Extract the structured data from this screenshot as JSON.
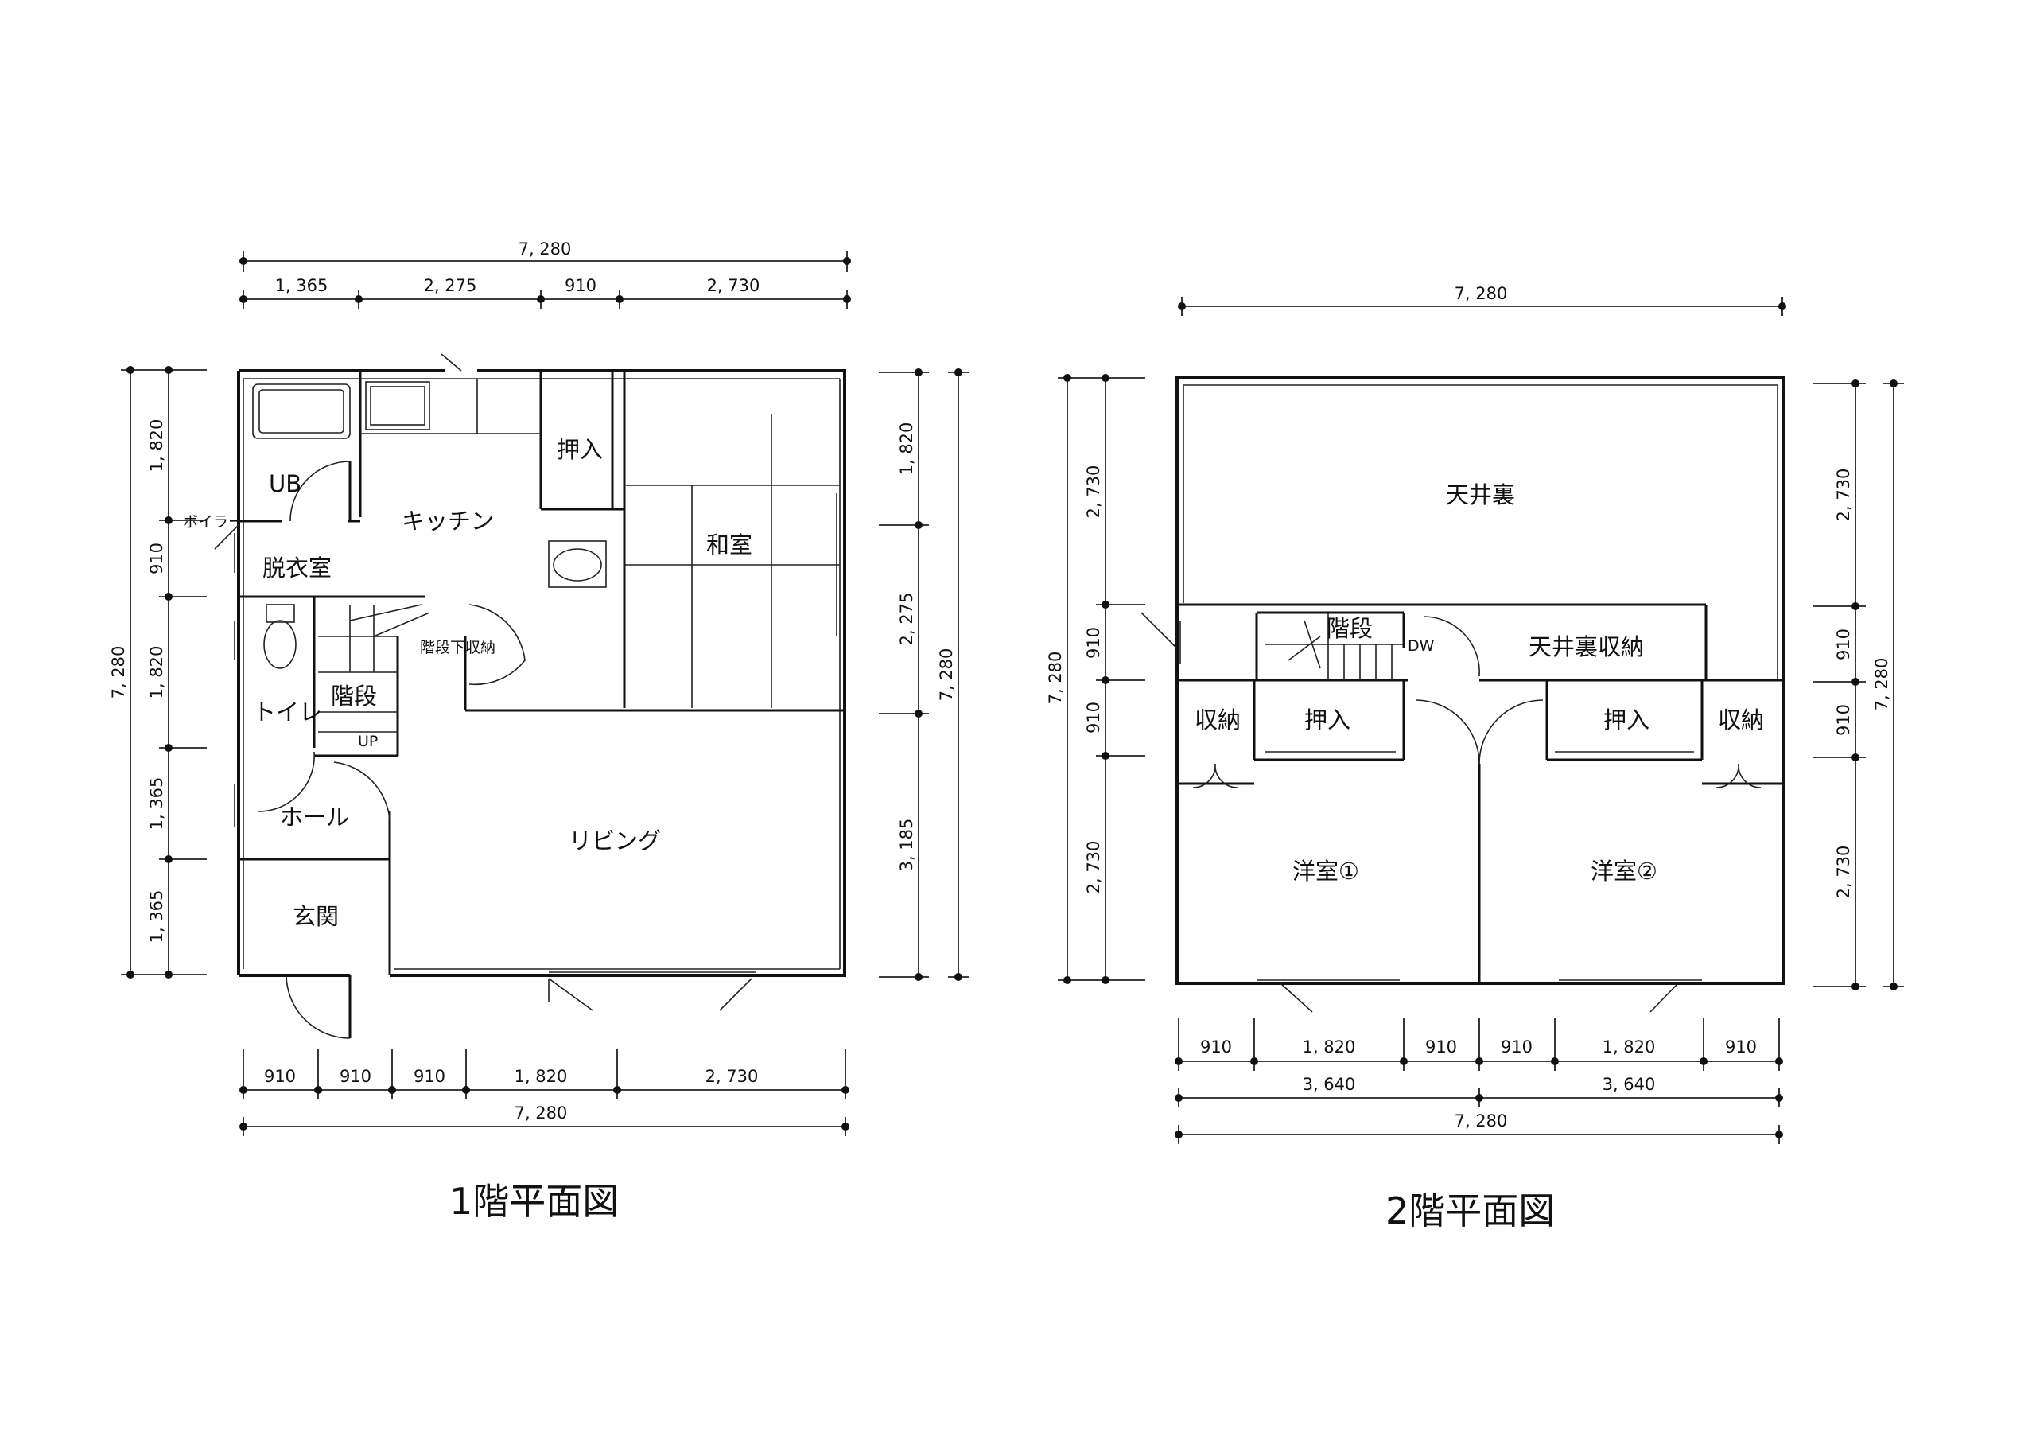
{
  "plan1": {
    "title": "1階平面図",
    "rooms": {
      "ub": "UB",
      "boiler": "ボイラー",
      "datsui": "脱衣室",
      "kitchen": "キッチン",
      "oshiire": "押入",
      "washitsu": "和室",
      "toilet": "トイレ",
      "kaidan": "階段",
      "kaidan_shita": "階段下収納",
      "up": "UP",
      "hall": "ホール",
      "living": "リビング",
      "genkan": "玄関"
    },
    "dims": {
      "top_total": "7, 280",
      "top_1": "1, 365",
      "top_2": "2, 275",
      "top_3": "910",
      "top_4": "2, 730",
      "left_total": "7, 280",
      "left_1": "1, 820",
      "left_2": "910",
      "left_3": "1, 820",
      "left_4": "1, 365",
      "left_5": "1, 365",
      "right_1": "1, 820",
      "right_2": "2, 275",
      "right_3": "3, 185",
      "right_total": "7, 280",
      "bottom_1": "910",
      "bottom_2": "910",
      "bottom_3": "910",
      "bottom_4": "1, 820",
      "bottom_5": "2, 730",
      "bottom_total": "7, 280"
    }
  },
  "plan2": {
    "title": "2階平面図",
    "rooms": {
      "tenjoura": "天井裏",
      "kaidan": "階段",
      "dw": "DW",
      "tenjoura_shuno": "天井裏収納",
      "shuno_l": "収納",
      "oshiire_l": "押入",
      "oshiire_r": "押入",
      "shuno_r": "収納",
      "yoshitsu1": "洋室①",
      "yoshitsu2": "洋室②"
    },
    "dims": {
      "top_total": "7, 280",
      "left_total": "7, 280",
      "left_1": "2, 730",
      "left_2": "910",
      "left_3": "910",
      "left_4": "2, 730",
      "right_1": "2, 730",
      "right_2": "910",
      "right_3": "910",
      "right_4": "2, 730",
      "right_total": "7, 280",
      "bottom_1": "910",
      "bottom_2": "1, 820",
      "bottom_3": "910",
      "bottom_4": "910",
      "bottom_5": "1, 820",
      "bottom_6": "910",
      "mid_1": "3, 640",
      "mid_2": "3, 640",
      "bottom_total": "7, 280"
    }
  }
}
